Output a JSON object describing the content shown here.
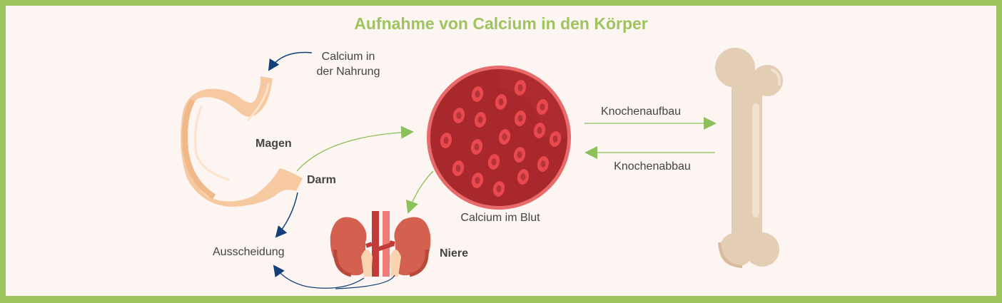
{
  "title": "Aufnahme von Calcium in den Körper",
  "labels": {
    "food": [
      "Calcium in",
      "der Nahrung"
    ],
    "stomach": "Magen",
    "intestine": "Darm",
    "excretion": "Ausscheidung",
    "kidney": "Niere",
    "blood": "Calcium im Blut",
    "bone_build": "Knochenaufbau",
    "bone_loss": "Knochenabbau"
  },
  "colors": {
    "border": "#9dc45f",
    "background": "#fcf5f1",
    "green_arrow": "#8cc05a",
    "blue_arrow": "#123f7a",
    "blood": "#a8282c",
    "blood_cell": "#e8484e",
    "stomach": "#f7c9a0",
    "kidney": "#d4604f",
    "bone": "#e3cdb4"
  }
}
